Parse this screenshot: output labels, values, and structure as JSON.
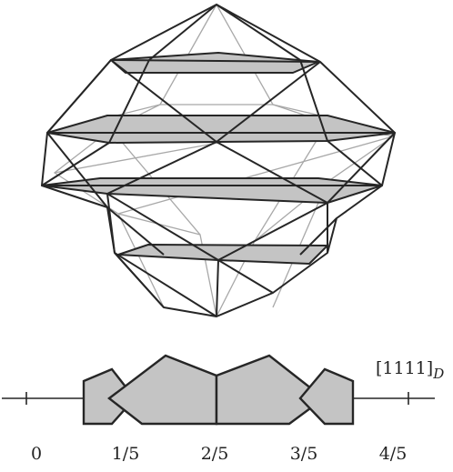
{
  "colors": {
    "line": "#262626",
    "hidden_line": "#a8a8a8",
    "fill": "#c4c4c4",
    "background": "#ffffff"
  },
  "axis": {
    "direction_label": "[1111]",
    "direction_subscript": "D",
    "ticks": [
      {
        "label": "0",
        "value": 0
      },
      {
        "label": "1/5",
        "value": 0.2
      },
      {
        "label": "2/5",
        "value": 0.4
      },
      {
        "label": "3/5",
        "value": 0.6
      },
      {
        "label": "4/5",
        "value": 0.8
      }
    ]
  }
}
